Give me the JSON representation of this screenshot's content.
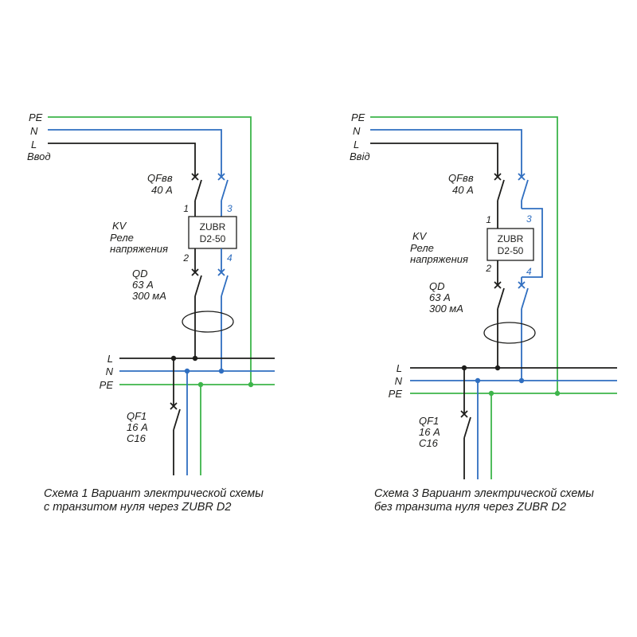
{
  "colors": {
    "line-black": "#1d1d1b",
    "line-blue": "#2f6ec0",
    "line-green": "#3db54a"
  },
  "left": {
    "feed": {
      "pe_label": "PE",
      "n_label": "N",
      "l_label": "L",
      "entry_label": "Ввод"
    },
    "main_breaker": {
      "name": "QFвв",
      "rating": "40 А"
    },
    "relay": {
      "designator": "KV",
      "line1": "Реле",
      "line2": "напряжения"
    },
    "device": {
      "line1": "ZUBR",
      "line2": "D2-50"
    },
    "terminals": {
      "t1": "1",
      "t2": "2",
      "t3": "3",
      "t4": "4"
    },
    "rcd": {
      "name": "QD",
      "rating": "63 А",
      "leak": "300 мА"
    },
    "bus": {
      "l_label": "L",
      "n_label": "N",
      "pe_label": "PE"
    },
    "load_breaker": {
      "name": "QF1",
      "rating": "16 А",
      "curve": "С16"
    },
    "caption": {
      "line1": "Схема 1 Вариант электрической схемы",
      "line2": "с транзитом нуля через ZUBR D2"
    }
  },
  "right": {
    "feed": {
      "pe_label": "PE",
      "n_label": "N",
      "l_label": "L",
      "entry_label": "Ввід"
    },
    "main_breaker": {
      "name": "QFвв",
      "rating": "40 А"
    },
    "relay": {
      "designator": "KV",
      "line1": "Реле",
      "line2": "напряжения"
    },
    "device": {
      "line1": "ZUBR",
      "line2": "D2-50"
    },
    "terminals": {
      "t1": "1",
      "t2": "2",
      "t3": "3",
      "t4": "4"
    },
    "rcd": {
      "name": "QD",
      "rating": "63 А",
      "leak": "300 мА"
    },
    "bus": {
      "l_label": "L",
      "n_label": "N",
      "pe_label": "PE"
    },
    "load_breaker": {
      "name": "QF1",
      "rating": "16 А",
      "curve": "С16"
    },
    "caption": {
      "line1": "Схема 3 Вариант электрической схемы",
      "line2": "без транзита нуля через ZUBR D2"
    }
  }
}
